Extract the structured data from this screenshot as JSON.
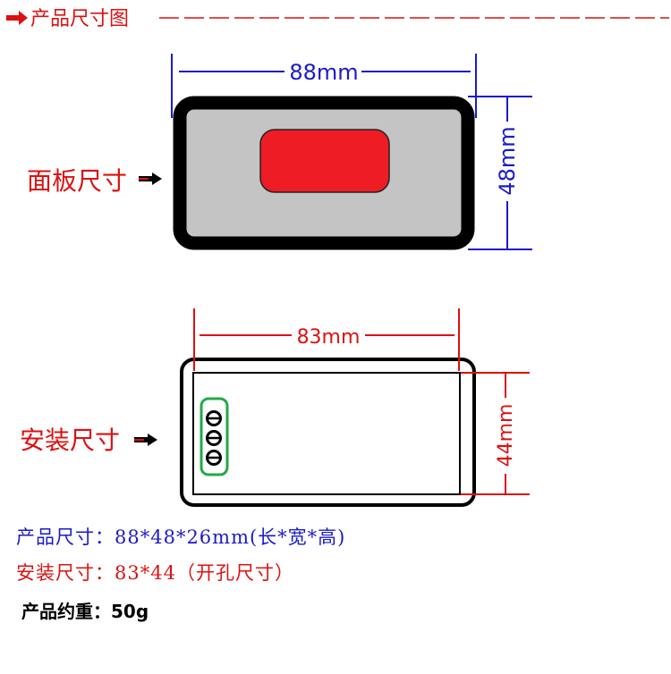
{
  "colors": {
    "blue": "#1a1acc",
    "red": "#dd1111",
    "black": "#000000",
    "panel_fill": "#c4c4c4",
    "button": "#ee1c25",
    "terminal_ring": "#22aa44"
  },
  "header": {
    "title": "产品尺寸图",
    "arrow_icon": "right-arrow-icon"
  },
  "panel": {
    "label": "面板尺寸",
    "width_label": "88mm",
    "height_label": "48mm"
  },
  "install": {
    "label": "安装尺寸",
    "width_label": "83mm",
    "height_label": "44mm"
  },
  "specs": {
    "size": "产品尺寸：88*48*26mm(长*宽*高)",
    "install": "安装尺寸：83*44（开孔尺寸）",
    "weight": "产品约重：50g"
  }
}
